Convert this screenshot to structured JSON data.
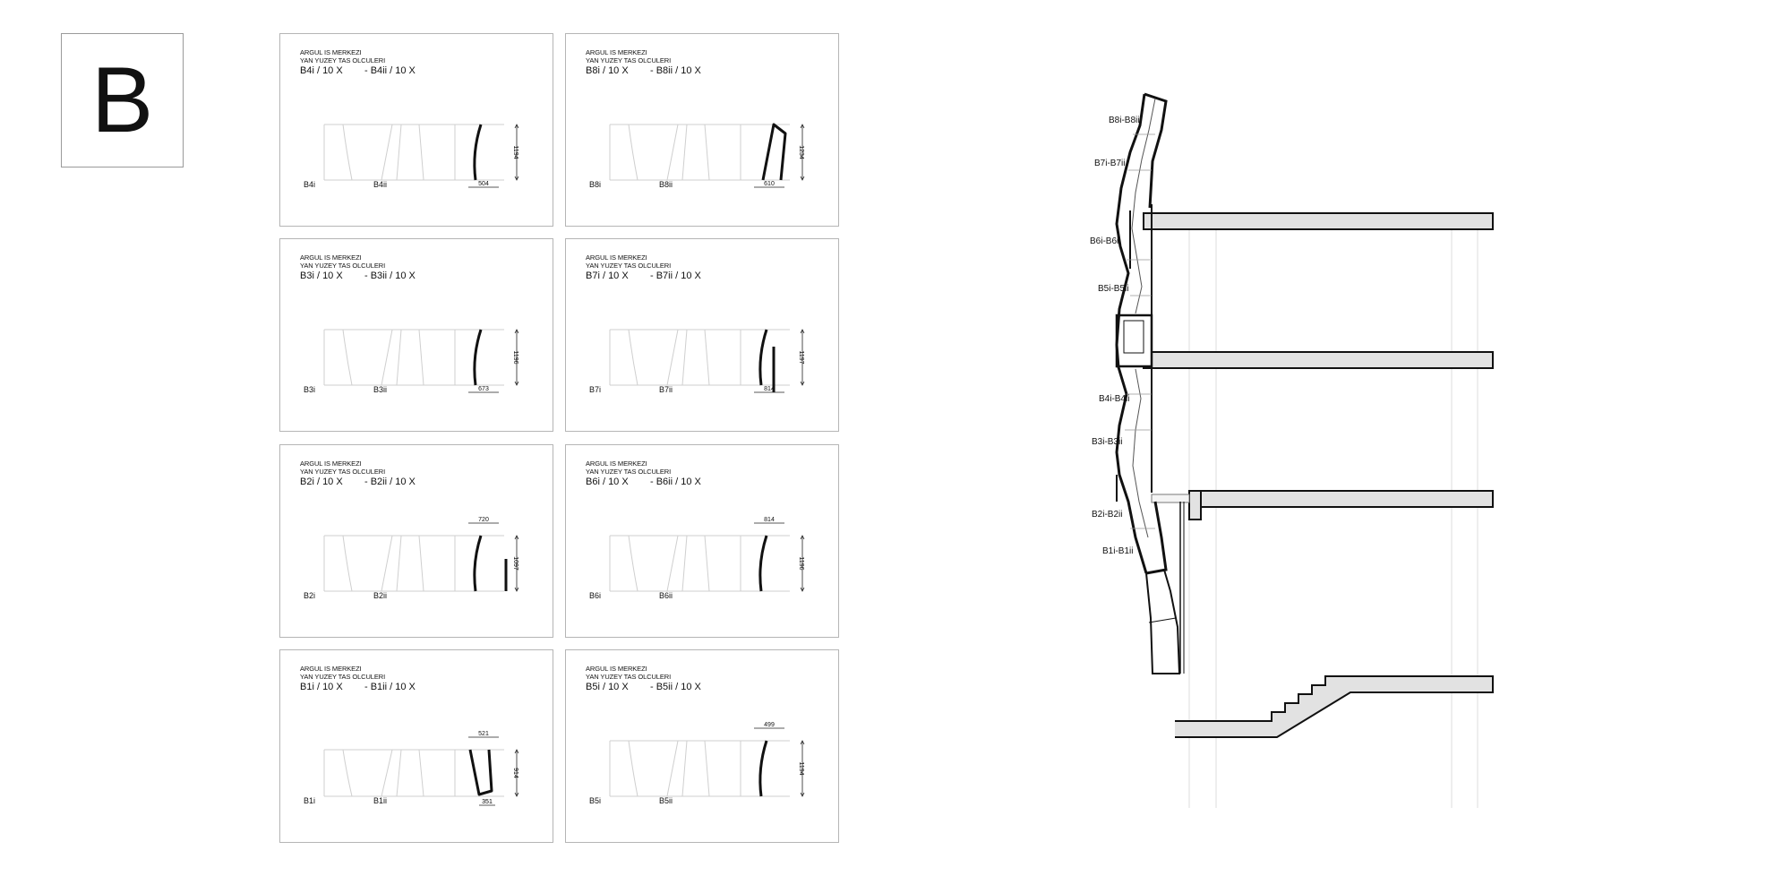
{
  "sheet": {
    "letter": "B"
  },
  "panel_common": {
    "project": "ARGUL IS MERKEZI",
    "subtitle": "YAN YUZEY TAS OLCULERI"
  },
  "panels": [
    {
      "col": "left",
      "row": 1,
      "id_i": "B4i",
      "id_ii": "B4ii",
      "header_i": "B4i / 10 X",
      "header_ii": "- B4ii / 10 X",
      "height_dim": "1194",
      "width_dim": "504",
      "width_dim_pos": "bottom",
      "extra_dim": ""
    },
    {
      "col": "left",
      "row": 2,
      "id_i": "B3i",
      "id_ii": "B3ii",
      "header_i": "B3i / 10 X",
      "header_ii": "- B3ii / 10 X",
      "height_dim": "1196",
      "width_dim": "673",
      "width_dim_pos": "bottom",
      "extra_dim": ""
    },
    {
      "col": "left",
      "row": 3,
      "id_i": "B2i",
      "id_ii": "B2ii",
      "header_i": "B2i / 10 X",
      "header_ii": "- B2ii / 10 X",
      "height_dim": "1097",
      "width_dim": "720",
      "width_dim_pos": "top",
      "extra_dim": ""
    },
    {
      "col": "left",
      "row": 4,
      "id_i": "B1i",
      "id_ii": "B1ii",
      "header_i": "B1i / 10 X",
      "header_ii": "- B1ii / 10 X",
      "height_dim": "914",
      "width_dim": "521",
      "width_dim_pos": "top",
      "extra_dim": "351"
    },
    {
      "col": "right",
      "row": 1,
      "id_i": "B8i",
      "id_ii": "B8ii",
      "header_i": "B8i / 10 X",
      "header_ii": "- B8ii / 10 X",
      "height_dim": "1234",
      "width_dim": "610",
      "width_dim_pos": "bottom",
      "extra_dim": ""
    },
    {
      "col": "right",
      "row": 2,
      "id_i": "B7i",
      "id_ii": "B7ii",
      "header_i": "B7i / 10 X",
      "header_ii": "- B7ii / 10 X",
      "height_dim": "1197",
      "width_dim": "814",
      "width_dim_pos": "bottom",
      "extra_dim": ""
    },
    {
      "col": "right",
      "row": 3,
      "id_i": "B6i",
      "id_ii": "B6ii",
      "header_i": "B6i / 10 X",
      "header_ii": "- B6ii / 10 X",
      "height_dim": "1196",
      "width_dim": "814",
      "width_dim_pos": "top",
      "extra_dim": ""
    },
    {
      "col": "right",
      "row": 4,
      "id_i": "B5i",
      "id_ii": "B5ii",
      "header_i": "B5i / 10 X",
      "header_ii": "- B5ii / 10 X",
      "height_dim": "1194",
      "width_dim": "499",
      "width_dim_pos": "top",
      "extra_dim": ""
    }
  ],
  "section": {
    "labels": [
      "B8i-B8ii",
      "B7i-B7ii",
      "B6i-B6ii",
      "B5i-B5ii",
      "B4i-B4ii",
      "B3i-B3ii",
      "B2i-B2ii",
      "B1i-B1ii"
    ]
  },
  "colors": {
    "line": "#111111",
    "light_line": "#c8c8c8",
    "slab_fill": "#e2e2e2",
    "panel_border": "#b5b5b5"
  }
}
